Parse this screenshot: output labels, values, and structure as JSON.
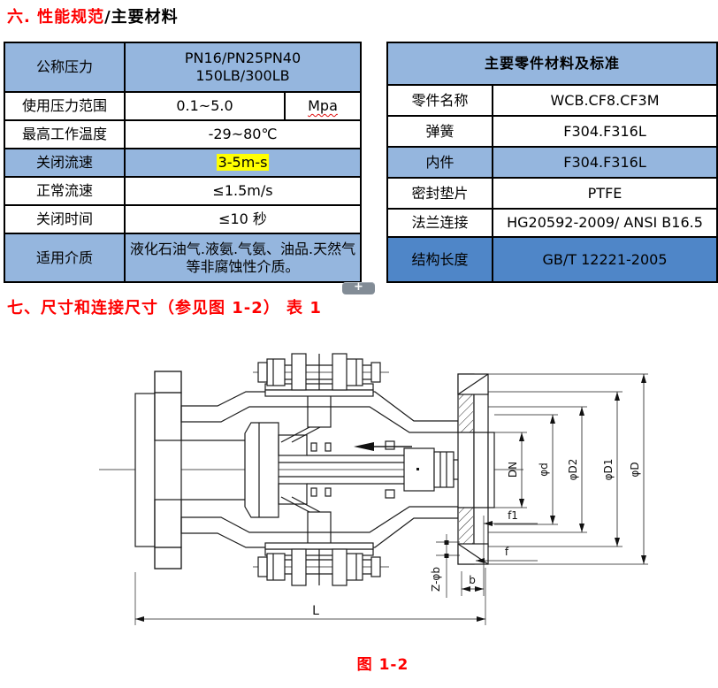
{
  "colors": {
    "row_blue": "#95b6de",
    "row_dark_blue": "#4f86c8",
    "highlight_yellow": "#ffff00",
    "title_red": "#fe0000",
    "border_black": "#000000"
  },
  "section6_title": {
    "red_part": "六. 性能规范",
    "black_part": "/主要材料"
  },
  "left_table": {
    "rows": [
      {
        "label": "公称压力",
        "value": "PN16/PN25PN40\n150LB/300LB"
      },
      {
        "label": "使用压力范围",
        "value": "0.1~5.0",
        "unit": "Mpa"
      },
      {
        "label": "最高工作温度",
        "value": "-29~80℃"
      },
      {
        "label": "关闭流速",
        "value": "3-5m-s"
      },
      {
        "label": "正常流速",
        "value": "≤1.5m/s"
      },
      {
        "label": "关闭时间",
        "value": "≤10 秒"
      },
      {
        "label": "适用介质",
        "value": "液化石油气.液氨.气氨、油品.天然气等非腐蚀性介质。"
      }
    ]
  },
  "right_table": {
    "header": "主要零件材料及标准",
    "rows": [
      {
        "label": "零件名称",
        "value": "WCB.CF8.CF3M"
      },
      {
        "label": "弹簧",
        "value": "F304.F316L"
      },
      {
        "label": "内件",
        "value": "F304.F316L"
      },
      {
        "label": "密封垫片",
        "value": "PTFE"
      },
      {
        "label": "法兰连接",
        "value": "HG20592-2009/ ANSI B16.5"
      },
      {
        "label": "结构长度",
        "value": "GB/T 12221-2005"
      }
    ]
  },
  "table_handle_label": "+",
  "section7_title": "七、尺寸和连接尺寸（参见图 1-2） 表 1",
  "figure": {
    "caption": "图 1-2",
    "labels": {
      "dn": "DN",
      "d": "φd",
      "d2": "φD2",
      "d1": "φD1",
      "D": "φD",
      "f1": "f1",
      "f": "f",
      "b": "b",
      "z": "Z-φb",
      "L": "L"
    }
  }
}
